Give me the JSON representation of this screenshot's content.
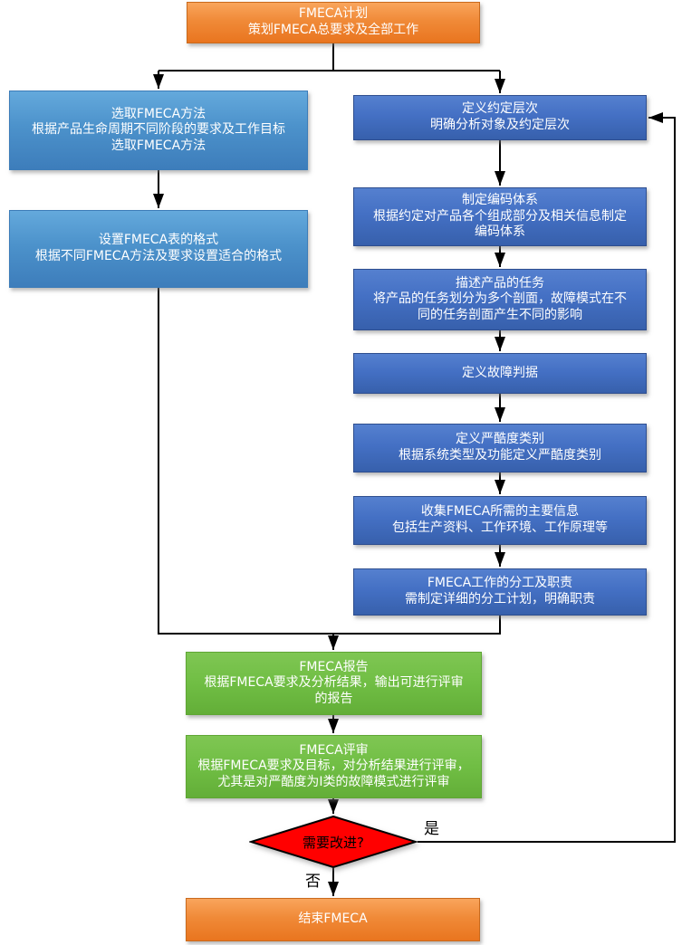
{
  "flow": {
    "plan": {
      "title": "FMECA计划",
      "desc": "策划FMECA总要求及全部工作"
    },
    "left": [
      {
        "title": "选取FMECA方法",
        "desc": "根据产品生命周期不同阶段的要求及工作目标\n选取FMECA方法"
      },
      {
        "title": "设置FMECA表的格式",
        "desc": "根据不同FMECA方法及要求设置适合的格式"
      }
    ],
    "right": [
      {
        "title": "定义约定层次",
        "desc": "明确分析对象及约定层次"
      },
      {
        "title": "制定编码体系",
        "desc": "根据约定对产品各个组成部分及相关信息制定\n编码体系"
      },
      {
        "title": "描述产品的任务",
        "desc": "将产品的任务划分为多个剖面，故障模式在不\n同的任务剖面产生不同的影响"
      },
      {
        "title": "定义故障判据",
        "desc": ""
      },
      {
        "title": "定义严酷度类别",
        "desc": "根据系统类型及功能定义严酷度类别"
      },
      {
        "title": "收集FMECA所需的主要信息",
        "desc": "包括生产资料、工作环境、工作原理等"
      },
      {
        "title": "FMECA工作的分工及职责",
        "desc": "需制定详细的分工计划，明确职责"
      }
    ],
    "report": {
      "title": "FMECA报告",
      "desc": "根据FMECA要求及分析结果，输出可进行评审\n的报告"
    },
    "review": {
      "title": "FMECA评审",
      "desc": "根据FMECA要求及目标，对分析结果进行评审，\n尤其是对严酷度为I类的故障模式进行评审"
    },
    "decision": {
      "label": "需要改进?",
      "yes_label": "是",
      "no_label": "否"
    },
    "end": {
      "title": "结束FMECA"
    }
  },
  "colors": {
    "orange": "#ED7D31",
    "light_blue": "#4C92CB",
    "dark_blue": "#4472C4",
    "green": "#70BE44",
    "red": "#FF0000",
    "line": "#000000"
  }
}
